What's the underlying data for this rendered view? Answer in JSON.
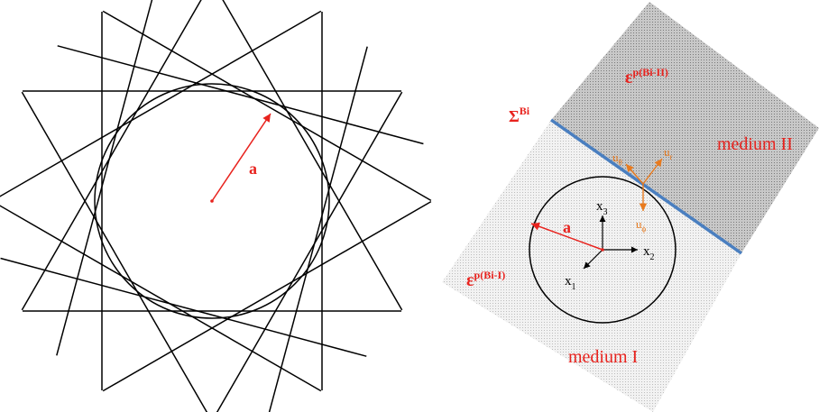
{
  "colors": {
    "red": "#e8231e",
    "orange": "#e87a1e",
    "interface_blue": "#4a7fc0",
    "medium_I_fill": "#e6e6e6",
    "medium_II_fill": "#bdbdbd",
    "line": "#000000"
  },
  "left_figure": {
    "radius_label": "a"
  },
  "right_figure": {
    "sigma_label": "Σ",
    "sigma_superscript": "Bi",
    "eps_upper_label": "ε",
    "eps_upper_superscript": "p(Bi-II)",
    "eps_lower_label": "ε",
    "eps_lower_superscript": "p(Bi-I)",
    "medium_II_label": "medium II",
    "medium_I_label": "medium I",
    "radius_label": "a",
    "u_theta": {
      "base": "u",
      "sub": "θ"
    },
    "u_r": {
      "base": "u",
      "sub": "r"
    },
    "u_phi": {
      "base": "u",
      "sub": "ϕ"
    },
    "x1": {
      "base": "x",
      "sub": "1"
    },
    "x2": {
      "base": "x",
      "sub": "2"
    },
    "x3": {
      "base": "x",
      "sub": "3"
    }
  }
}
